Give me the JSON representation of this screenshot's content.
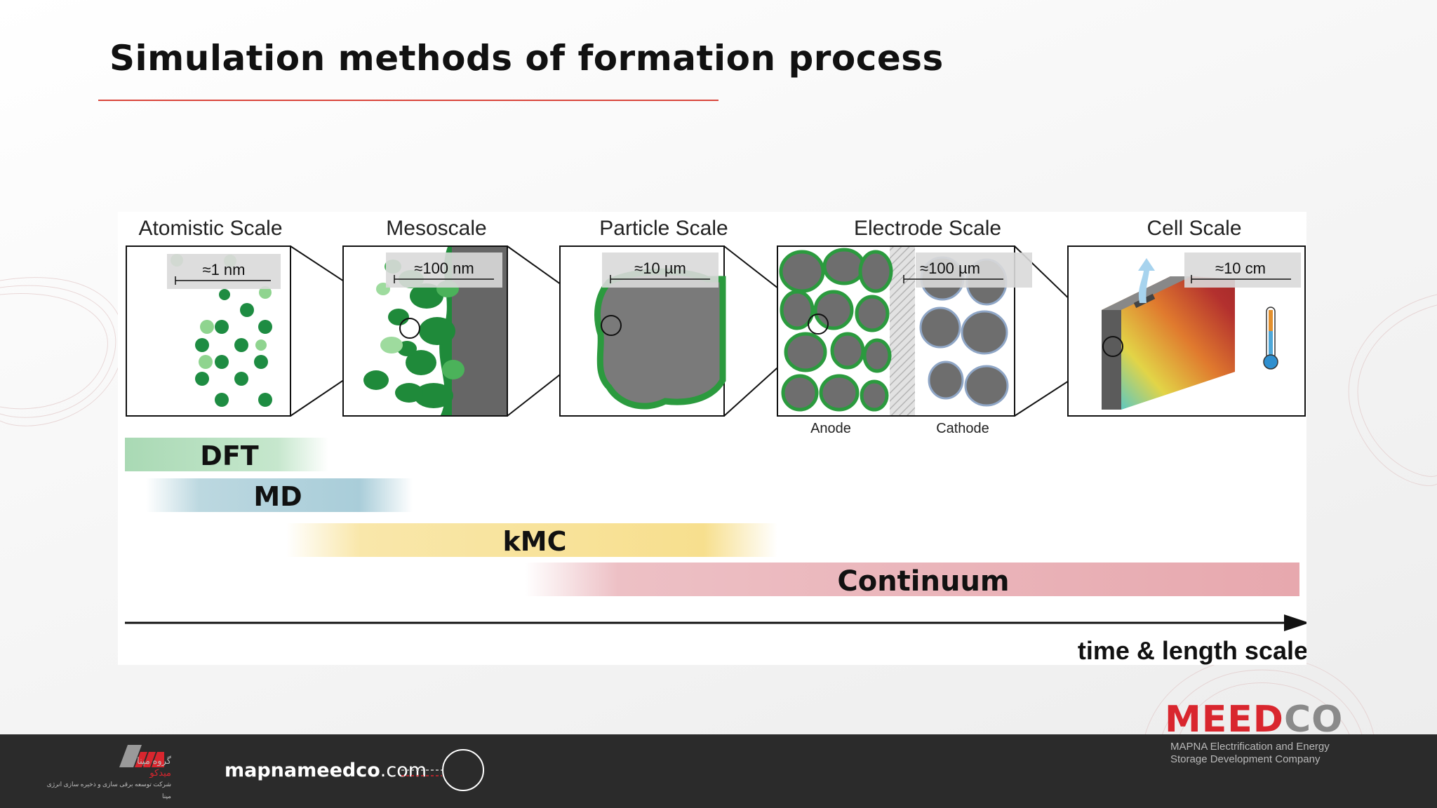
{
  "slide": {
    "title": "Simulation methods of formation process",
    "accent": "#d9453b"
  },
  "diagram": {
    "scales": [
      {
        "name": "Atomistic Scale",
        "scalebar": "≈1 nm"
      },
      {
        "name": "Mesoscale",
        "scalebar": "≈100 nm"
      },
      {
        "name": "Particle Scale",
        "scalebar": "≈10 µm"
      },
      {
        "name": "Electrode Scale",
        "scalebar": "≈100 µm"
      },
      {
        "name": "Cell Scale",
        "scalebar": "≈10 cm"
      }
    ],
    "electrode_labels": {
      "anode": "Anode",
      "cathode": "Cathode"
    },
    "methods": [
      {
        "name": "DFT",
        "color": "#a9d9b4"
      },
      {
        "name": "MD",
        "color": "#a9cdd9"
      },
      {
        "name": "kMC",
        "color": "#f7df8e"
      },
      {
        "name": "Continuum",
        "color": "#e7a8ae"
      }
    ],
    "axis_label": "time & length scale"
  },
  "footer": {
    "website_name": "mapnameedco",
    "website_tld": ".com",
    "brand_word_main": "MEED",
    "brand_word_tail": "CO",
    "brand_subtitle_1": "MAPNA Electrification and Energy",
    "brand_subtitle_2": "Storage Development Company",
    "left_logo_line1": "گروه مپنا",
    "left_logo_line2": "میدکو",
    "left_logo_line3": "شرکت توسعه برقی سازی و ذخیره سازی انرژی مپنا"
  }
}
